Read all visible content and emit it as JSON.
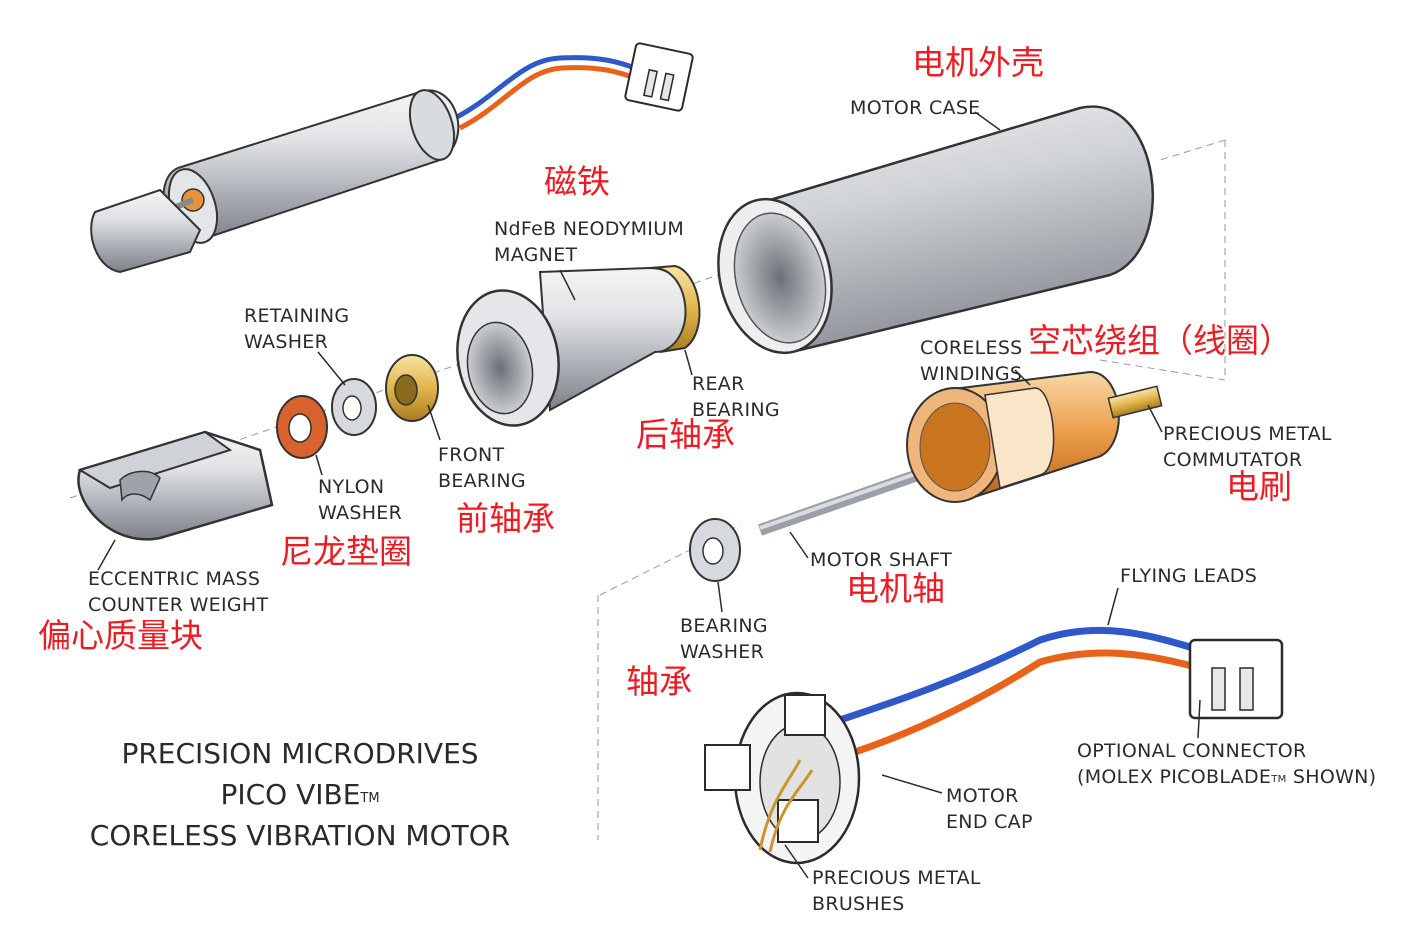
{
  "title": {
    "line1": "PRECISION MICRODRIVES",
    "line2": "PICO VIBE",
    "line2_sup": "TM",
    "line3": "CORELESS VIBRATION MOTOR"
  },
  "labels": {
    "motor_case": "MOTOR CASE",
    "magnet_1": "NdFeB NEODYMIUM",
    "magnet_2": "MAGNET",
    "retaining_1": "RETAINING",
    "retaining_2": "WASHER",
    "nylon_1": "NYLON",
    "nylon_2": "WASHER",
    "front_1": "FRONT",
    "front_2": "BEARING",
    "rear_1": "REAR",
    "rear_2": "BEARING",
    "windings_1": "CORELESS",
    "windings_2": "WINDINGS",
    "commutator_1": "PRECIOUS METAL",
    "commutator_2": "COMMUTATOR",
    "shaft": "MOTOR SHAFT",
    "eccentric_1": "ECCENTRIC MASS",
    "eccentric_2": "COUNTER WEIGHT",
    "bearing_washer_1": "BEARING",
    "bearing_washer_2": "WASHER",
    "flying_leads": "FLYING LEADS",
    "connector_1": "OPTIONAL CONNECTOR",
    "connector_2a": "(MOLEX PICOBLADE",
    "connector_2_sup": "TM",
    "connector_2b": " SHOWN)",
    "end_cap_1": "MOTOR",
    "end_cap_2": "END CAP",
    "brushes_1": "PRECIOUS METAL",
    "brushes_2": "BRUSHES"
  },
  "annotations_cn": {
    "motor_case": "电机外壳",
    "magnet": "磁铁",
    "windings": "空芯绕组（线圈）",
    "rear_bearing": "后轴承",
    "brush": "电刷",
    "front_bearing": "前轴承",
    "nylon_washer": "尼龙垫圈",
    "shaft": "电机轴",
    "eccentric": "偏心质量块",
    "bearing": "轴承"
  },
  "colors": {
    "annotation_red": "#ec1c24",
    "label_gray": "#2b2b2b",
    "wire_blue": "#2f58c8",
    "wire_orange": "#e8621a",
    "copper": "#e9923a",
    "brass": "#e2b54a",
    "steel": "#b8bcc2"
  }
}
